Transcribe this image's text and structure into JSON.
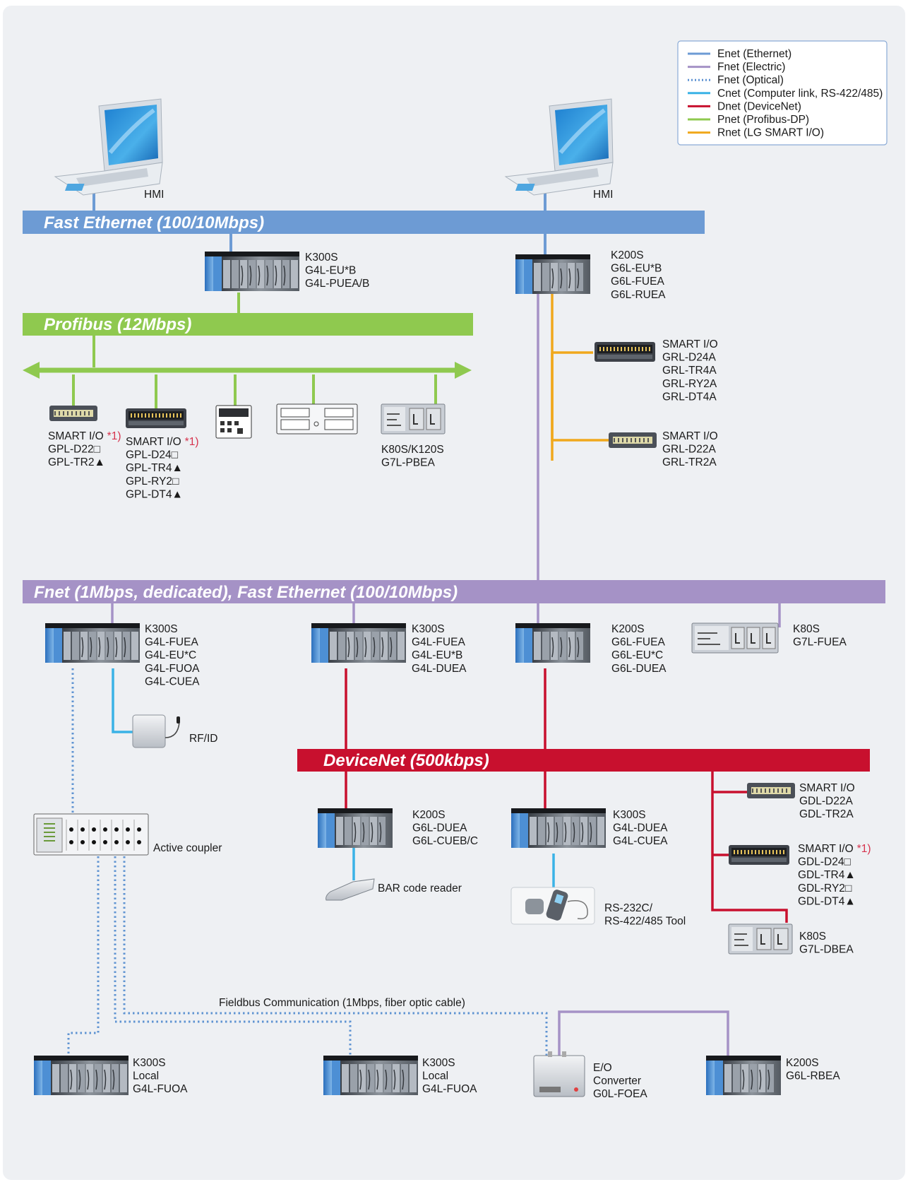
{
  "colors": {
    "enet": "#6d9bd4",
    "fnet_electric": "#a592c6",
    "fnet_optical": "#5f93d2",
    "cnet": "#3ab2e6",
    "dnet": "#c8102e",
    "pnet": "#8fc94f",
    "rnet": "#f0a81c",
    "panel_bg": "#eef0f3",
    "note_red": "#d6334d"
  },
  "legend": {
    "items": [
      {
        "label": "Enet (Ethernet)",
        "color": "#6d9bd4",
        "style": "solid"
      },
      {
        "label": "Fnet (Electric)",
        "color": "#a592c6",
        "style": "solid"
      },
      {
        "label": "Fnet (Optical)",
        "color": "#5f93d2",
        "style": "dotted"
      },
      {
        "label": "Cnet (Computer link, RS-422/485)",
        "color": "#3ab2e6",
        "style": "solid"
      },
      {
        "label": "Dnet (DeviceNet)",
        "color": "#c8102e",
        "style": "solid"
      },
      {
        "label": "Pnet (Profibus-DP)",
        "color": "#8fc94f",
        "style": "solid"
      },
      {
        "label": "Rnet (LG SMART I/O)",
        "color": "#f0a81c",
        "style": "solid"
      }
    ]
  },
  "buses": {
    "fast_ethernet": "Fast Ethernet (100/10Mbps)",
    "profibus": "Profibus (12Mbps)",
    "fnet": "Fnet (1Mbps, dedicated), Fast Ethernet (100/10Mbps)",
    "devicenet": "DeviceNet (500kbps)"
  },
  "hmi": {
    "left": "HMI",
    "right": "HMI"
  },
  "fieldbus_label": "Fieldbus Communication (1Mbps, fiber optic cable)",
  "note_marker": "*1)",
  "nodes": {
    "k300s_top": [
      "K300S",
      "G4L-EU*B",
      "G4L-PUEA/B"
    ],
    "k200s_top": [
      "K200S",
      "G6L-EU*B",
      "G6L-FUEA",
      "G6L-RUEA"
    ],
    "smartio_r1": [
      "SMART I/O",
      "GRL-D24A",
      "GRL-TR4A",
      "GRL-RY2A",
      "GRL-DT4A"
    ],
    "smartio_r2": [
      "SMART I/O",
      "GRL-D22A",
      "GRL-TR2A"
    ],
    "smartio_p1": [
      "SMART I/O",
      "GPL-D22□",
      "GPL-TR2▲"
    ],
    "smartio_p2": [
      "SMART I/O",
      "GPL-D24□",
      "GPL-TR4▲",
      "GPL-RY2□",
      "GPL-DT4▲"
    ],
    "k80s_p": [
      "K80S/K120S",
      "G7L-PBEA"
    ],
    "fnet_k300s_1": [
      "K300S",
      "G4L-FUEA",
      "G4L-EU*C",
      "G4L-FUOA",
      "G4L-CUEA"
    ],
    "fnet_k300s_2": [
      "K300S",
      "G4L-FUEA",
      "G4L-EU*B",
      "G4L-DUEA"
    ],
    "fnet_k200s": [
      "K200S",
      "G6L-FUEA",
      "G6L-EU*C",
      "G6L-DUEA"
    ],
    "fnet_k80s": [
      "K80S",
      "G7L-FUEA"
    ],
    "rfid": [
      "RF/ID"
    ],
    "active_coupler": [
      "Active coupler"
    ],
    "dn_k200s": [
      "K200S",
      "G6L-DUEA",
      "G6L-CUEB/C"
    ],
    "dn_k300s": [
      "K300S",
      "G4L-DUEA",
      "G4L-CUEA"
    ],
    "smartio_d1": [
      "SMART I/O",
      "GDL-D22A",
      "GDL-TR2A"
    ],
    "smartio_d2": [
      "SMART I/O",
      "GDL-D24□",
      "GDL-TR4▲",
      "GDL-RY2□",
      "GDL-DT4▲"
    ],
    "dn_k80s": [
      "K80S",
      "G7L-DBEA"
    ],
    "barcode": [
      "BAR code reader"
    ],
    "tool": [
      "RS-232C/",
      "RS-422/485 Tool"
    ],
    "local_1": [
      "K300S",
      "Local",
      "G4L-FUOA"
    ],
    "local_2": [
      "K300S",
      "Local",
      "G4L-FUOA"
    ],
    "eo_converter": [
      "E/O",
      "Converter",
      "G0L-FOEA"
    ],
    "remote_k200s": [
      "K200S",
      "G6L-RBEA"
    ]
  }
}
